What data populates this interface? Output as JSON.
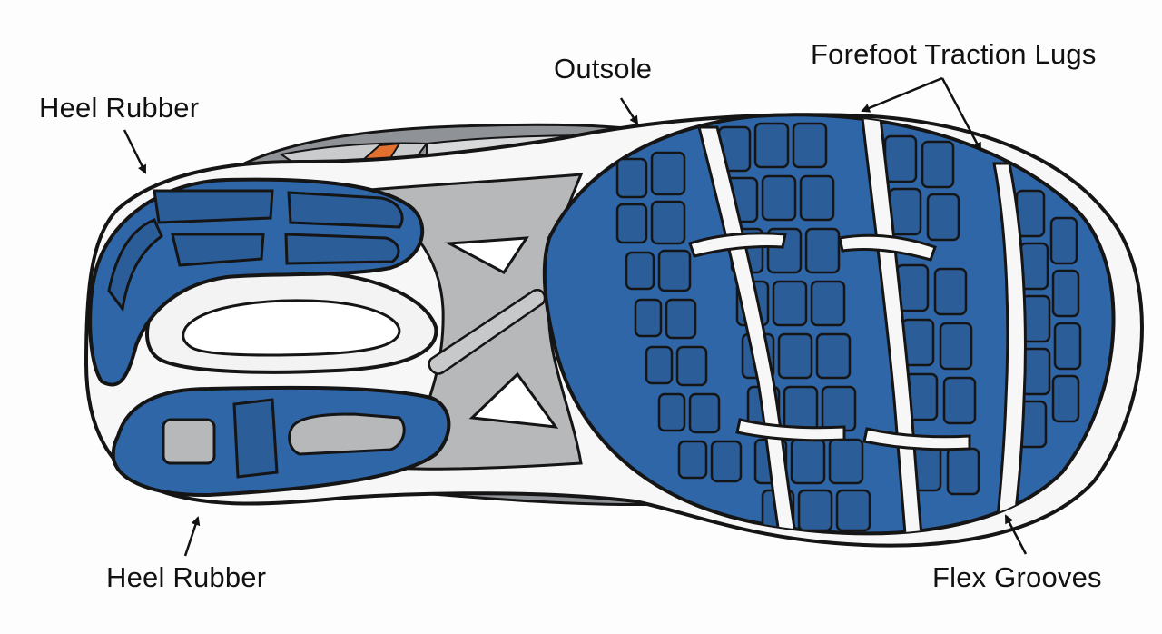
{
  "labels": {
    "heel_rubber_top": "Heel Rubber",
    "outsole": "Outsole",
    "forefoot_lugs": "Forefoot Traction Lugs",
    "heel_rubber_bottom": "Heel Rubber",
    "flex_grooves": "Flex Grooves"
  },
  "colors": {
    "rubber_blue": "#2f66a8",
    "midsole_white": "#f7f7f7",
    "shank_gray": "#b7b8ba",
    "upper_gray": "#8c8f93",
    "accent_orange": "#e2702e",
    "outline": "#151515"
  },
  "icons": [
    "arrow-icon"
  ]
}
